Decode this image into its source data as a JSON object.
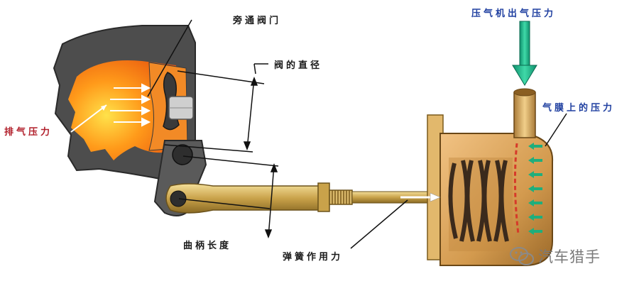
{
  "labels": {
    "bypass_valve": "旁通阀门",
    "valve_diameter": "阀的直径",
    "compressor_outlet_pressure": "压气机出气压力",
    "diaphragm_pressure": "气膜上的压力",
    "exhaust_pressure": "排气压力",
    "crank_length": "曲柄长度",
    "spring_force": "弹簧作用力"
  },
  "watermark": {
    "text": "汽车猎手",
    "icon": "wechat-icon"
  },
  "colors": {
    "housing_gray": "#4a4a4a",
    "exhaust_orange": "#f07a14",
    "rod_gold": "#c9a24a",
    "canister_tan": "#d9a45a",
    "spring_dark": "#3b2a1c",
    "arrow_green": "#18b08a",
    "label_blue": "#1f3fa0",
    "label_red": "#b11e2a"
  }
}
